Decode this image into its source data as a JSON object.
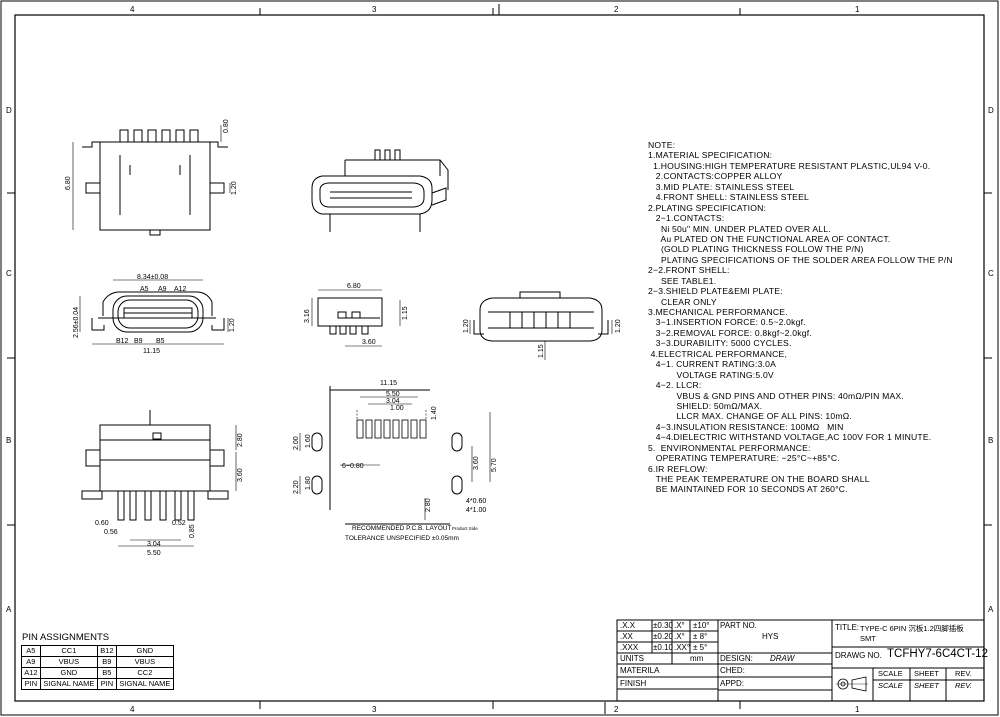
{
  "zones": {
    "columns": [
      "4",
      "3",
      "2",
      "1"
    ],
    "rows": [
      "D",
      "C",
      "B",
      "A"
    ]
  },
  "dims": {
    "d_080": "0.80",
    "d_680_side": "6.80",
    "d_120_a": "1.20",
    "d_834": "8.34±0.08",
    "d_256": "2.56±0.04",
    "d_1115_front": "11.15",
    "d_120_b": "1.20",
    "pin_A5": "A5",
    "pin_A9": "A9",
    "pin_A12": "A12",
    "pin_B12": "B12",
    "pin_B9": "B9",
    "pin_B5": "B5",
    "d_680_top": "6.80",
    "d_316": "3.16",
    "d_115_r": "1.15",
    "d_360_top": "3.60",
    "d_120_c": "1.20",
    "d_120_d": "1.20",
    "d_115_bot": "1.15",
    "d_280": "2.80",
    "d_360_b": "3.60",
    "d_060": "0.60",
    "d_056": "0.56",
    "d_052": "0.52",
    "d_085": "0.85",
    "d_304_b": "3.04",
    "d_550_b": "5.50",
    "pcb_1115": "11.15",
    "pcb_550": "5.50",
    "pcb_304": "3.04",
    "pcb_100": "1.00",
    "pcb_140": "1.40",
    "pcb_200": "2.00",
    "pcb_160": "1.60",
    "pcb_6x080": "6−0.80",
    "pcb_220": "2.20",
    "pcb_180": "1.80",
    "pcb_360": "3.60",
    "pcb_570": "5.70",
    "pcb_280": "2.80",
    "pcb_4x060": "4*0.60",
    "pcb_4x100": "4*1.00",
    "pcb_title": "RECOMMENDED P.C.B. LAYOUT",
    "pcb_side": "Product Side",
    "pcb_tol": "TOLERANCE UNSPECIFIED ±0.05mm"
  },
  "notes": [
    "NOTE:",
    "1.MATERIAL SPECIFICATION:",
    "  1.HOUSING:HIGH TEMPERATURE RESISTANT PLASTIC,UL94 V-0.",
    "   2.CONTACTS:COPPER ALLOY",
    "   3.MID PLATE: STAINLESS STEEL",
    "   4.FRONT SHELL: STAINLESS STEEL",
    "2.PLATING SPECIFICATION:",
    "   2−1.CONTACTS:",
    "     Ni 50u\" MIN. UNDER PLATED OVER ALL.",
    "     Au PLATED ON THE FUNCTIONAL AREA OF CONTACT.",
    "     (GOLD PLATING THICKNESS FOLLOW THE P/N)",
    "     PLATING SPECIFICATIONS OF THE SOLDER AREA FOLLOW THE P/N",
    "2−2.FRONT SHELL:",
    "     SEE TABLE1.",
    "2−3.SHIELD PLATE&EMI PLATE:",
    "     CLEAR ONLY",
    "3.MECHANICAL PERFORMANCE.",
    "   3−1.INSERTION FORCE: 0.5~2.0kgf.",
    "   3−2.REMOVAL FORCE: 0.8kgf~2.0kgf.",
    "   3−3.DURABILITY: 5000 CYCLES.",
    " 4.ELECTRICAL PERFORMANCE,",
    "   4−1. CURRENT RATING:3.0A",
    "           VOLTAGE RATING:5.0V",
    "   4−2. LLCR:",
    "           VBUS & GND PINS AND OTHER PINS: 40mΩ/PIN MAX.",
    "           SHIELD: 50mΩ/MAX.",
    "           LLCR MAX. CHANGE OF ALL PINS: 10mΩ.",
    "   4−3.INSULATION RESISTANCE: 100MΩ   MIN",
    "   4−4.DIELECTRIC WITHSTAND VOLTAGE,AC 100V FOR 1 MINUTE.",
    "5.  ENVIRONMENTAL PERFORMANCE:",
    "   OPERATING TEMPERATURE: −25°C~+85°C.",
    "6.IR REFLOW:",
    "   THE PEAK TEMPERATURE ON THE BOARD SHALL",
    "   BE MAINTAINED FOR 10 SECONDS AT 260°C."
  ],
  "pin_table": {
    "title": "PIN ASSIGNMENTS",
    "rows": [
      [
        "A5",
        "CC1",
        "B12",
        "GND"
      ],
      [
        "A9",
        "VBUS",
        "B9",
        "VBUS"
      ],
      [
        "A12",
        "GND",
        "B5",
        "CC2"
      ],
      [
        "PIN",
        "SIGNAL NAME",
        "PIN",
        "SIGNAL NAME"
      ]
    ]
  },
  "tolerances": [
    [
      ".X.X",
      "±0.30",
      ".X°",
      "±10°"
    ],
    [
      ".XX",
      "±0.20",
      ".X°",
      "± 8°"
    ],
    [
      ".XXX",
      "±0.10",
      ".XX°",
      "± 5°"
    ]
  ],
  "title_block": {
    "units_label": "UNITS",
    "units_value": "mm",
    "materila_label": "MATERILA",
    "finish_label": "FINISH",
    "part_no_label": "PART NO.",
    "part_no_value": "HYS",
    "design_label": "DESIGN:",
    "design_value": "DRAW",
    "ched_label": "CHED:",
    "appd_label": "APPD:",
    "title_label": "TITLE:",
    "title_value": "TYPE-C 6PIN 沉板1.2四脚插板",
    "title_value2": "SMT",
    "drawg_label": "DRAWG NO.",
    "drawg_value": "TCFHY7-6C4CT-12",
    "scale_label": "SCALE",
    "sheet_label": "SHEET",
    "rev_label": "REV."
  }
}
